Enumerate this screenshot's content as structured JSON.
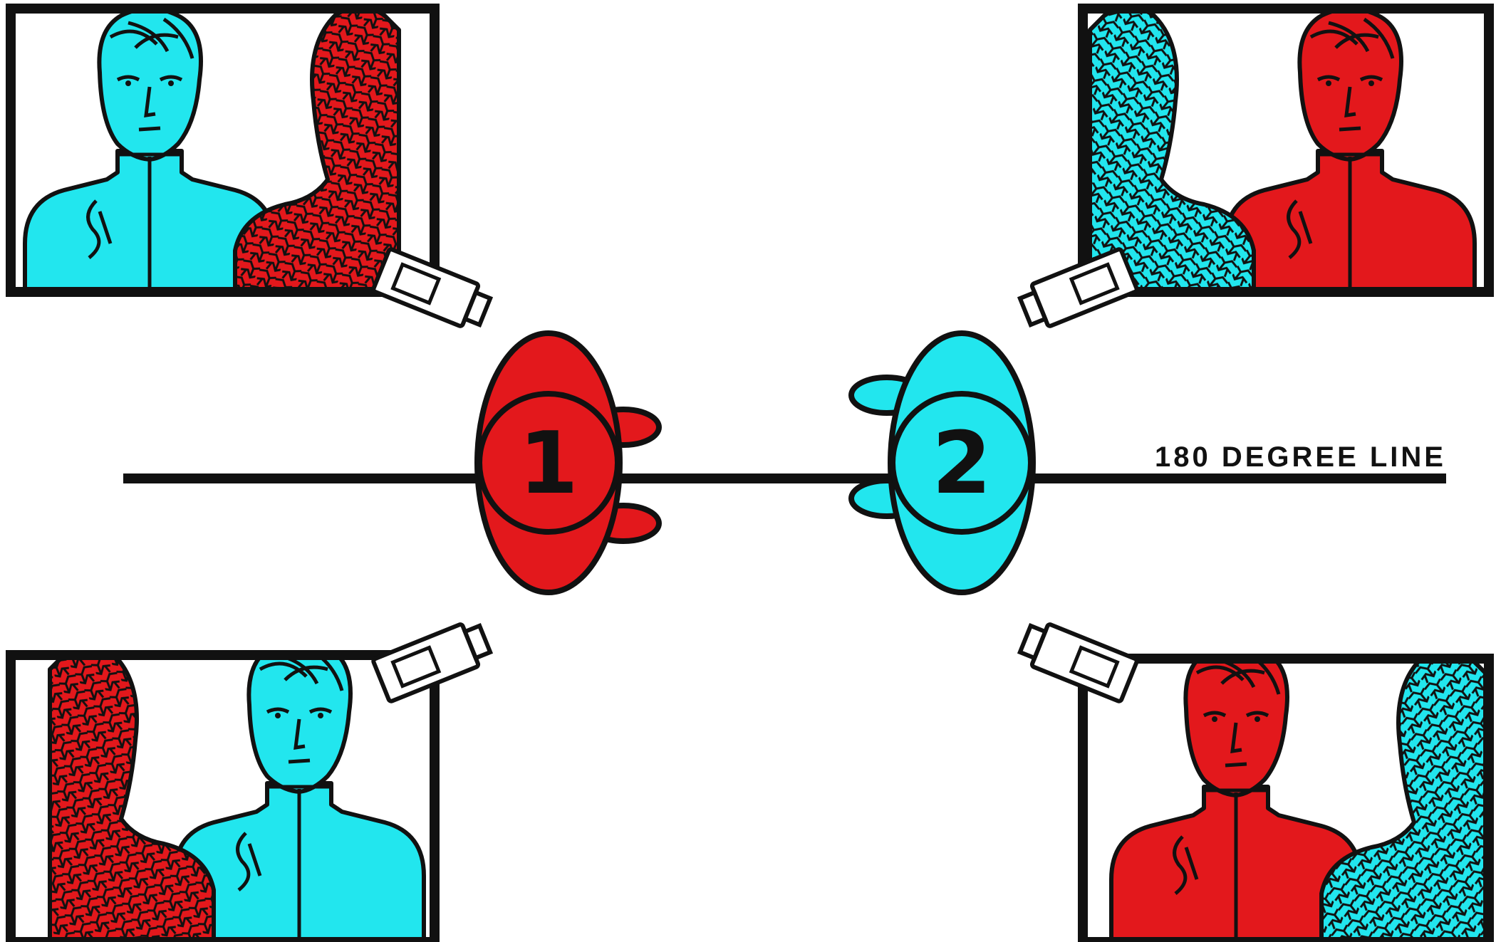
{
  "line_label": "180 DEGREE LINE",
  "actors": [
    {
      "number": "1",
      "color": "#e3181c"
    },
    {
      "number": "2",
      "color": "#22e6ee"
    }
  ],
  "colors": {
    "red": "#e3181c",
    "cyan": "#22e6ee",
    "ink": "#111111",
    "paper": "#ffffff"
  },
  "icons": [
    "camera-icon",
    "person-silhouette",
    "actor-top-view"
  ]
}
